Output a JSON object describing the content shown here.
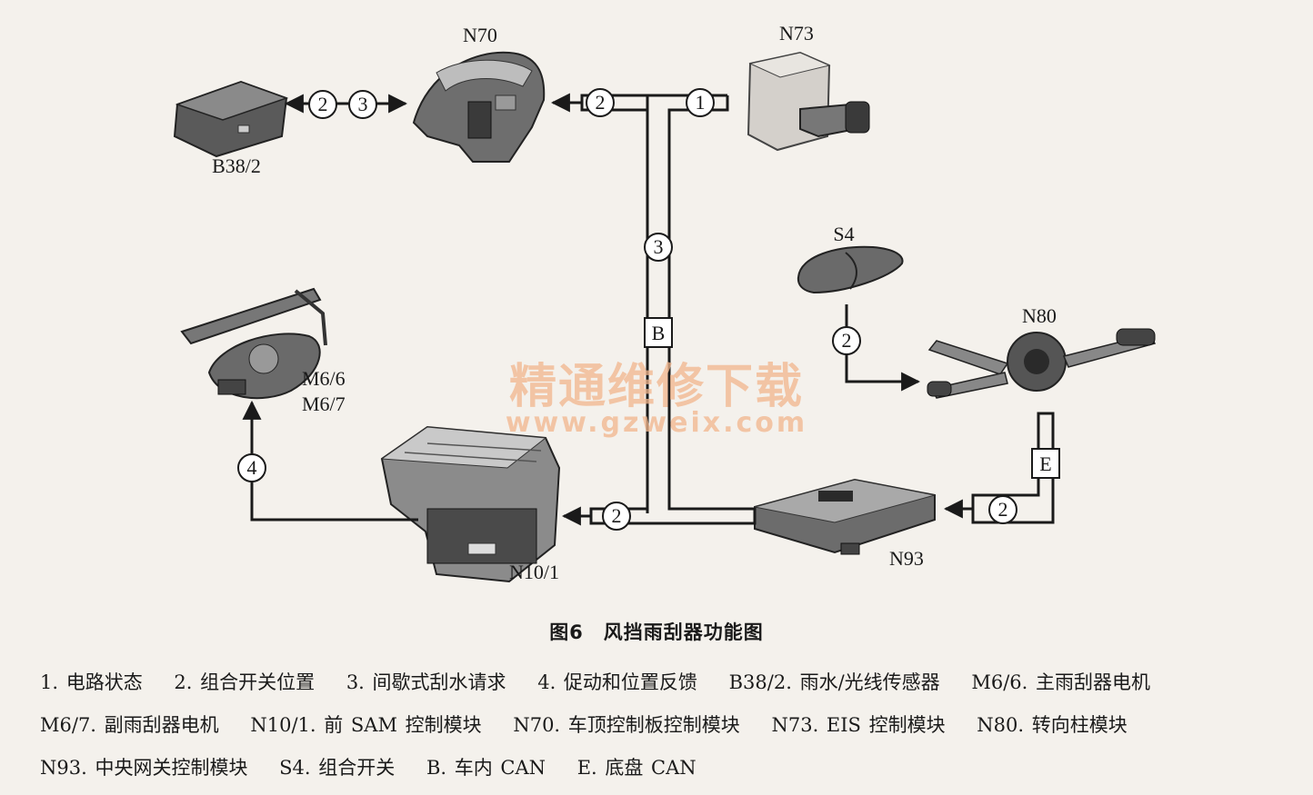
{
  "components": {
    "n70": "N70",
    "n73": "N73",
    "b38_2": "B38/2",
    "s4": "S4",
    "n80": "N80",
    "m6": "M6/6",
    "m7": "M6/7",
    "n10_1": "N10/1",
    "n93": "N93"
  },
  "signals": {
    "b38_n70_a": "2",
    "b38_n70_b": "3",
    "to_n70": "2",
    "from_n73": "1",
    "trunk": "3",
    "to_n10": "2",
    "s4_n80": "2",
    "n80_n93": "2",
    "to_m6": "4"
  },
  "buses": {
    "interior": "B",
    "chassis": "E"
  },
  "watermark": {
    "line1": "精通维修下载",
    "line2": "www.gzweix.com"
  },
  "caption": "图6　风挡雨刮器功能图",
  "legend": [
    "1. 电路状态",
    "2. 组合开关位置",
    "3. 间歇式刮水请求",
    "4. 促动和位置反馈",
    "B38/2. 雨水/光线传感器",
    "M6/6. 主雨刮器电机",
    "M6/7. 副雨刮器电机",
    "N10/1. 前 SAM 控制模块",
    "N70. 车顶控制板控制模块",
    "N73. EIS 控制模块",
    "N80. 转向柱模块",
    "N93. 中央网关控制模块",
    "S4. 组合开关",
    "B. 车内 CAN",
    "E. 底盘 CAN"
  ],
  "colors": {
    "line": "#1a1a1a",
    "watermark": "#f2b68d",
    "background": "#f4f1ec"
  }
}
